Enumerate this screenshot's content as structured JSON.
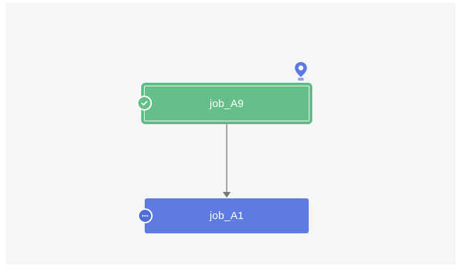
{
  "graph": {
    "nodes": [
      {
        "label": "job_A9",
        "status": "success",
        "status_icon": "check-circle-icon",
        "color": "#64bf88"
      },
      {
        "label": "job_A1",
        "status": "pending",
        "status_icon": "more-circle-icon",
        "color": "#5d7be0"
      }
    ],
    "marker_icon": "location-pin-icon",
    "marker_color": "#5b7ae0",
    "edge_color": "#777777"
  }
}
